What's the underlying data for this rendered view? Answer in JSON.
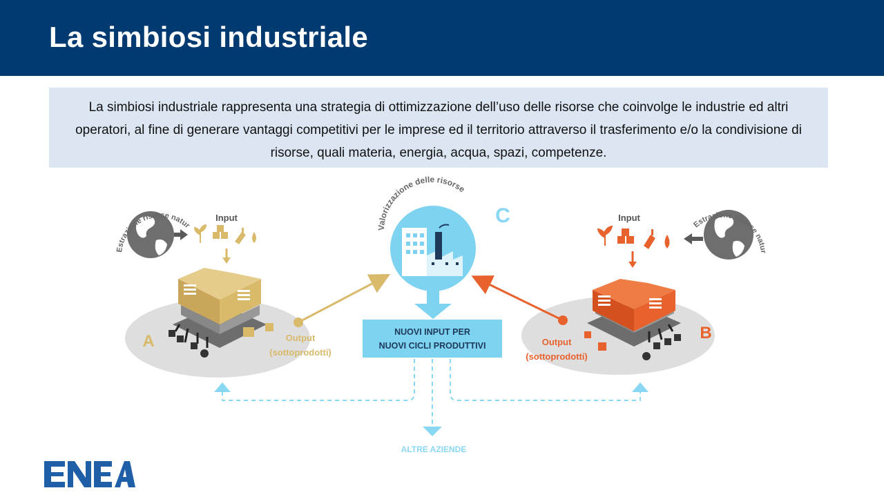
{
  "slide": {
    "title": "La simbiosi industriale",
    "intro_text": "La simbiosi industriale rappresenta una strategia di ottimizzazione dell’uso delle risorse che coinvolge le industrie ed altri operatori, al fine di generare vantaggi competitivi per le imprese ed il territorio attraverso il trasferimento e/o la condivisione di risorse, quali materia, energia, acqua, spazi, competenze."
  },
  "diagram": {
    "left": {
      "extraction_label": "Estrazione risorse naturali",
      "input_label": "Input",
      "company_label": "A",
      "output_label": "Output",
      "output_sub_label": "(sottoprodotti)"
    },
    "center": {
      "valorization_label": "Valorizzazione delle risorse",
      "letter": "C",
      "new_input_line1": "NUOVI INPUT PER",
      "new_input_line2": "NUOVI CICLI PRODUTTIVI",
      "other_companies_label": "ALTRE AZIENDE"
    },
    "right": {
      "extraction_label": "Estrazione risorse naturali",
      "input_label": "Input",
      "company_label": "B",
      "output_label": "Output",
      "output_sub_label": "(sottoprodotti)"
    }
  },
  "logo": {
    "text": "ENEA"
  },
  "colors": {
    "header_bg": "#003a70",
    "intro_bg": "#dce6f2",
    "company_a": "#d9b96a",
    "company_b": "#e8622d",
    "center_blue": "#7dd3f0",
    "text_blue": "#8ad7f3",
    "dark_gray": "#555555"
  }
}
